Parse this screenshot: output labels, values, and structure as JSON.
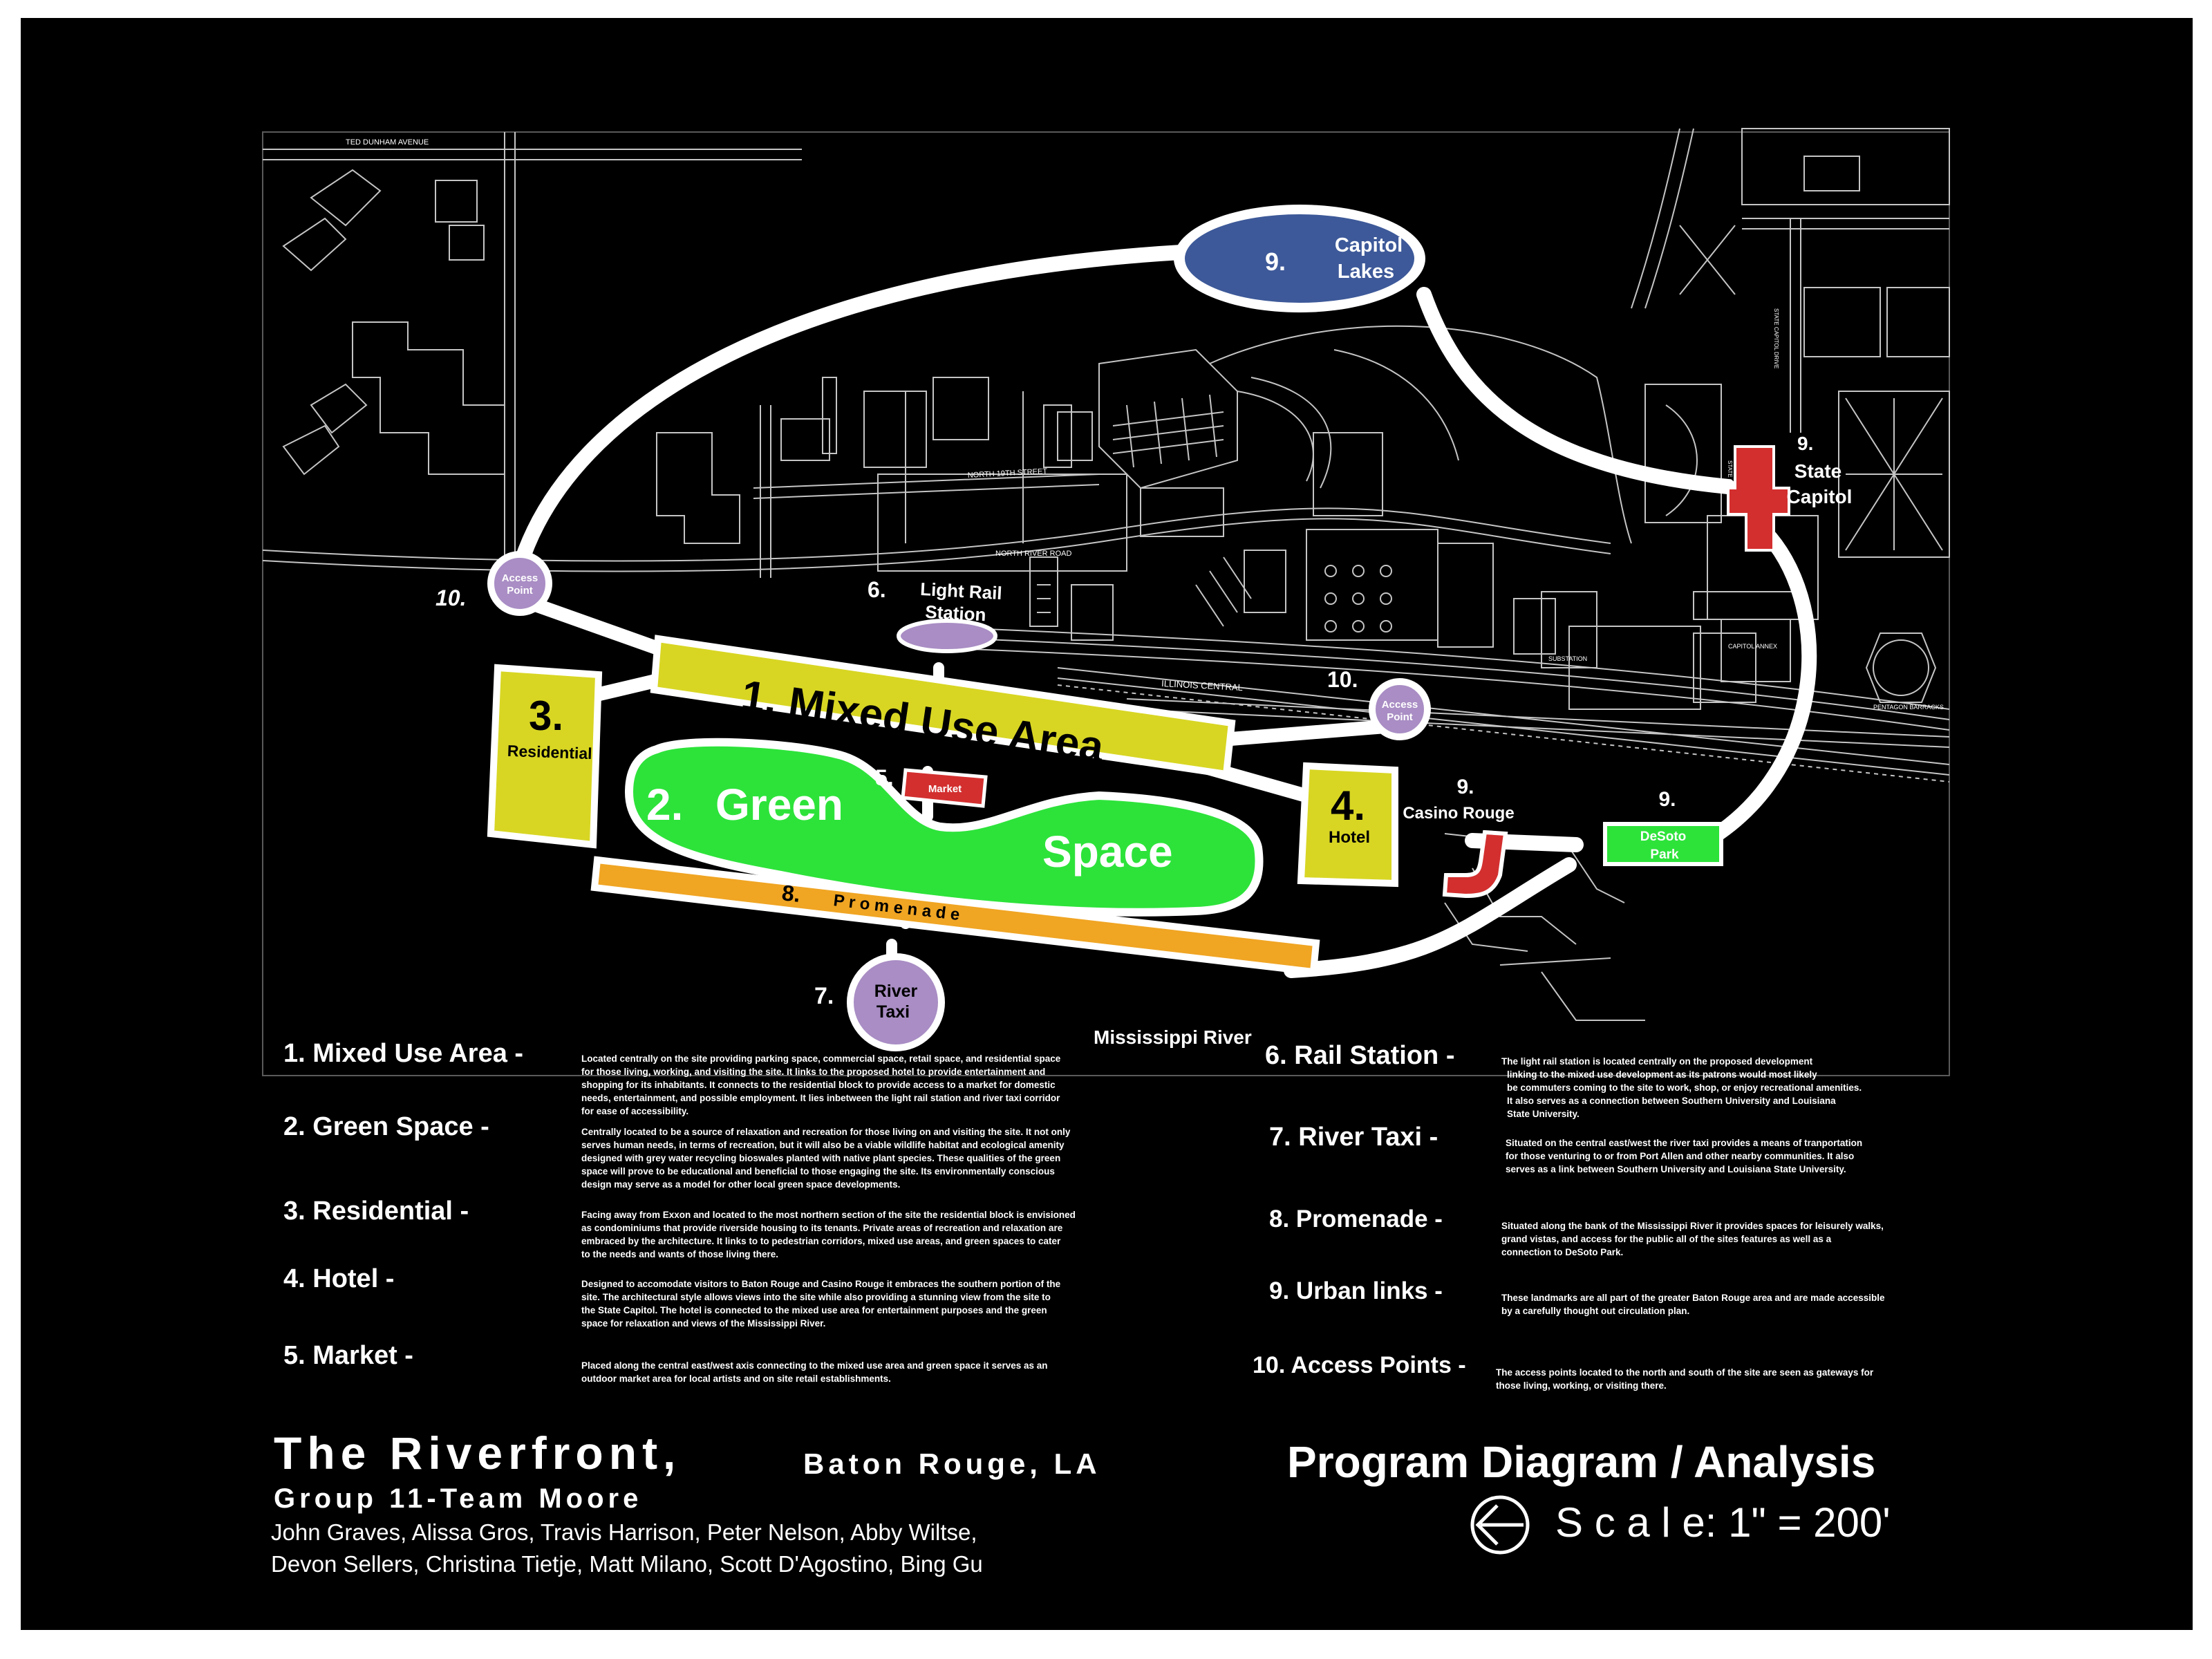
{
  "map": {
    "streets": {
      "ted_dunham": "TED DUNHAM AVENUE",
      "north_19th": "NORTH 19TH STREET",
      "north_river_road": "NORTH RIVER ROAD",
      "illinois_central": "ILLINOIS CENTRAL",
      "substation": "SUBSTATION",
      "capitol_annex": "CAPITOL ANNEX",
      "pentagon_barracks": "PENTAGON BARRACKS",
      "state_capitol_small": "STATE CAPITOL",
      "state_capitol_drive": "STATE CAPITOL DRIVE"
    },
    "river": "Mississippi River",
    "zones": {
      "mixed_use": "1.  Mixed  Use Area",
      "green_num": "2.",
      "green_word1": "Green",
      "green_word2": "Space",
      "residential_num": "3.",
      "residential_label": "Residential",
      "hotel_num": "4.",
      "hotel_label": "Hotel",
      "market_num": "5.",
      "market_label": "Market",
      "rail_num": "6.",
      "rail_label1": "Light Rail",
      "rail_label2": "Station",
      "taxi_num": "7.",
      "taxi_label1": "River",
      "taxi_label2": "Taxi",
      "promenade_num": "8.",
      "promenade_label": "P r o m e n a d e",
      "capitol_lakes_num": "9.",
      "capitol_lakes_1": "Capitol",
      "capitol_lakes_2": "Lakes",
      "state_capitol_num": "9.",
      "state_capitol_1": "State",
      "state_capitol_2": "Capitol",
      "casino_num": "9.",
      "casino_label": "Casino Rouge",
      "desoto_num": "9.",
      "desoto_1": "DeSoto",
      "desoto_2": "Park",
      "access_num_left": "10.",
      "access_num_right": "10.",
      "access_1": "Access",
      "access_2": "Point"
    },
    "colors": {
      "zone_yellow": "#d8d623",
      "green_space": "#2de33a",
      "promenade": "#f0a523",
      "lakes_blue": "#3d5999",
      "access_purple": "#a98dc4",
      "landmark_red": "#d32f2f",
      "path_white": "#ffffff"
    }
  },
  "legend": {
    "items": [
      {
        "label": "1.  Mixed Use Area -",
        "lines": [
          "Located centrally on the site providing parking space, commercial space, retail space, and residential space",
          "for those living, working, and visiting the site.  It links to the proposed hotel to provide entertainment and",
          "shopping for its inhabitants.  It connects to the residential block to provide access to a market for domestic",
          "needs, entertainment, and possible employment.  It lies inbetween the light rail station and river taxi corridor",
          "for ease of accessibility."
        ]
      },
      {
        "label": "2.  Green Space -",
        "lines": [
          "Centrally located to be a source of relaxation and recreation for those living on and visiting the site.  It not only",
          "serves human needs, in terms of recreation, but it will also be a viable wildlife habitat and ecological amenity",
          "designed with grey water recycling bioswales planted with native plant species.  These qualities of the green",
          "space will prove to be educational and beneficial to those engaging the site.  Its environmentally conscious",
          "design may serve as a model for other local green space developments."
        ]
      },
      {
        "label": "3.  Residential  -",
        "lines": [
          "Facing away from Exxon and located to the most northern section of the site the residential block is envisioned",
          "as condominiums that provide riverside housing to its tenants.  Private areas of recreation and relaxation are",
          "embraced by the architecture.  It links to to pedestrian corridors, mixed use areas, and green spaces to cater",
          "to the needs and wants of those living there."
        ]
      },
      {
        "label": "4.  Hotel -",
        "lines": [
          "Designed to accomodate visitors to Baton Rouge and Casino Rouge it embraces the southern portion of the",
          "site.  The architectural style allows views into the site while also providing a stunning view from the site to",
          "the State Capitol.  The hotel is connected  to the mixed use area for entertainment purposes and the green",
          "space for relaxation and views of the Mississippi River."
        ]
      },
      {
        "label": "5.  Market -",
        "lines": [
          "Placed along the central east/west axis connecting to the mixed use area and green space it serves as an",
          "outdoor market area for local artists and on site retail establishments."
        ]
      },
      {
        "label": "6.  Rail Station -",
        "lines": [
          "The light rail station is located centrally on the proposed development",
          "linking to the mixed use development as its patrons would most likely",
          "be commuters coming to the site to work, shop, or enjoy recreational amenities.",
          "It also serves as a connection between Southern University and Louisiana",
          "State University."
        ]
      },
      {
        "label": "7.  River Taxi -",
        "lines": [
          "Situated on the central east/west the river taxi provides a means of tranportation",
          "for those venturing to or from Port Allen and other nearby communities.  It also",
          "serves as a link between Southern University and Louisiana State University."
        ]
      },
      {
        "label": "8.  Promenade -",
        "lines": [
          "Situated along the bank of the Mississippi River it provides spaces for leisurely walks,",
          "grand vistas, and access for the public all of the sites features as well as a",
          "connection to DeSoto Park."
        ]
      },
      {
        "label": "9.  Urban links -",
        "lines": [
          "These landmarks are all part of the greater Baton Rouge area and are made accessible",
          "by a carefully thought out circulation plan."
        ]
      },
      {
        "label": "10.  Access Points -",
        "lines": [
          "The access points located to the north and south of the site are seen as gateways for",
          "those living, working, or visiting there."
        ]
      }
    ]
  },
  "footer": {
    "project_title": "The Riverfront,",
    "project_location": "Baton Rouge, LA",
    "group": "Group 11-Team Moore",
    "members_line1": "John Graves, Alissa Gros, Travis Harrison, Peter Nelson, Abby Wiltse,",
    "members_line2": "Devon Sellers, Christina Tietje, Matt Milano, Scott D'Agostino, Bing Gu",
    "sheet_title": "Program Diagram / Analysis",
    "scale": "S c a l e:  1\" = 200'",
    "north_arrow": "north-arrow-icon"
  }
}
